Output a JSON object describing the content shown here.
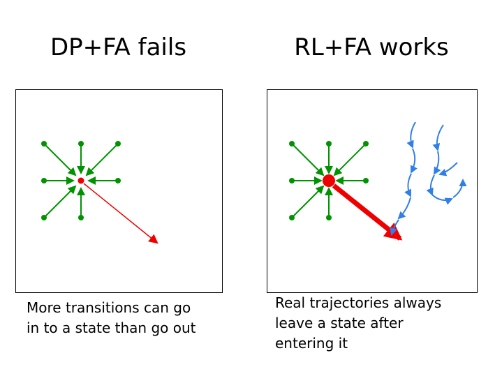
{
  "slide": {
    "left_panel": {
      "title": "DP+FA fails",
      "caption": [
        "More transitions can go",
        "in to a state than go out"
      ],
      "diagram_summary": "seven green transitions point in to a red state, one thin red transition goes out"
    },
    "right_panel": {
      "title": "RL+FA works",
      "caption": [
        "Real trajectories always",
        "leave a state after",
        "entering it"
      ],
      "diagram_summary": "seven green transitions point in to a large red state, one thick red transition goes out, blue sampled trajectories flow downward on the right"
    },
    "colors": {
      "transition_green": "#009300",
      "state_red": "#ee0000",
      "trajectory_blue": "#2f7fe8",
      "border_black": "#000000",
      "background": "#ffffff"
    }
  }
}
